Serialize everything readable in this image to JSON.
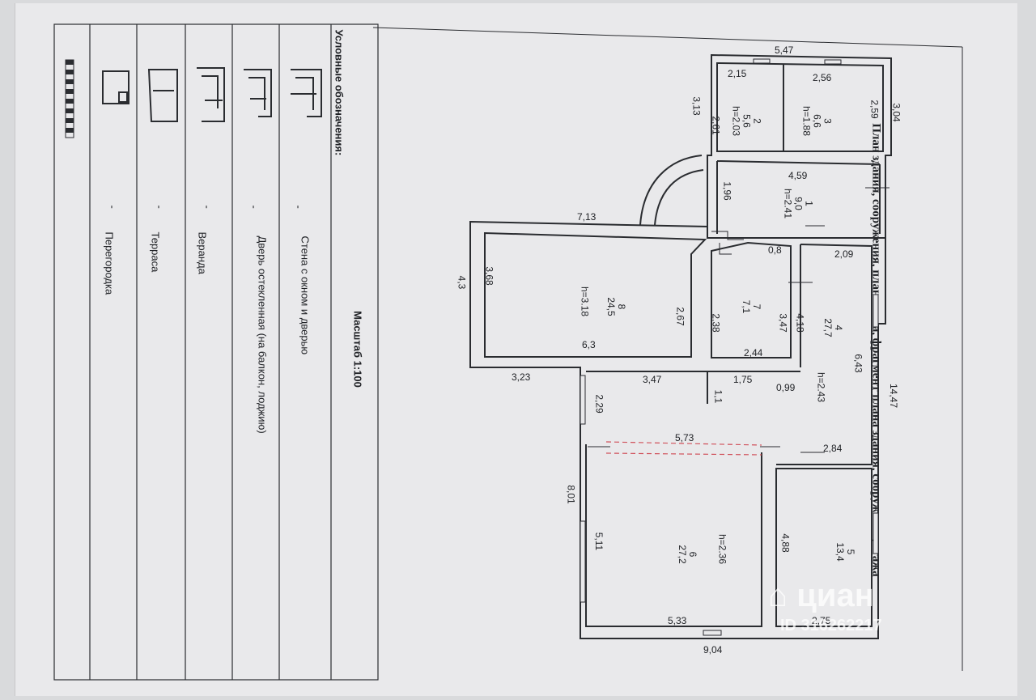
{
  "title": "План здания, сооружения, план этажа, фрагмент плана здания, сооружения, этажа",
  "scale": "Масштаб 1:100",
  "legend": {
    "heading": "Условные обозначения:",
    "items": [
      {
        "dash": "-",
        "label": "Стена с окном и дверью"
      },
      {
        "dash": "-",
        "label": "Дверь остекленная (на балкон, лоджию)"
      },
      {
        "dash": "-",
        "label": "Веранда"
      },
      {
        "dash": "-",
        "label": "Терраса"
      },
      {
        "dash": "-",
        "label": "Перегородка"
      }
    ]
  },
  "rooms": [
    {
      "num": "1",
      "area": "9,0",
      "h": "h=2.41"
    },
    {
      "num": "2",
      "area": "5,6",
      "h": "h=2.03"
    },
    {
      "num": "3",
      "area": "6,6",
      "h": "h=1.88"
    },
    {
      "num": "4",
      "area": "27,7",
      "h": "h=2.43"
    },
    {
      "num": "5",
      "area": "13,4",
      "h": ""
    },
    {
      "num": "6",
      "area": "27,2",
      "h": "h=2.36"
    },
    {
      "num": "7",
      "area": "7,1",
      "h": ""
    },
    {
      "num": "8",
      "area": "24,5",
      "h": "h=3.18"
    }
  ],
  "dimensions": {
    "d547": "5,47",
    "d215": "2,15",
    "d256": "2,56",
    "d313": "3,13",
    "d304": "3,04",
    "d261": "2,61",
    "d259": "2,59",
    "d459": "4,59",
    "d196": "1,96",
    "d713": "7,13",
    "d08": "0,8",
    "d209": "2,09",
    "d43": "4,3",
    "d368": "3,68",
    "d267": "2,67",
    "d238": "2,38",
    "d347a": "3,47",
    "d418": "4,18",
    "d643": "6,43",
    "d1447": "14,47",
    "d63": "6,3",
    "d244": "2,44",
    "d323": "3,23",
    "d347b": "3,47",
    "d175": "1,75",
    "d099": "0,99",
    "d11": "1,1",
    "d229": "2,29",
    "d573": "5,73",
    "d284": "2,84",
    "d801": "8,01",
    "d511": "5,11",
    "d488": "4,88",
    "d533": "5,33",
    "d275": "2,75",
    "d904": "9,04"
  },
  "watermark": {
    "brand": "циан",
    "id": "ID 316262217"
  },
  "colors": {
    "paper": "#e9e9eb",
    "ink": "#1e2024",
    "dashed": "#d0505a"
  }
}
